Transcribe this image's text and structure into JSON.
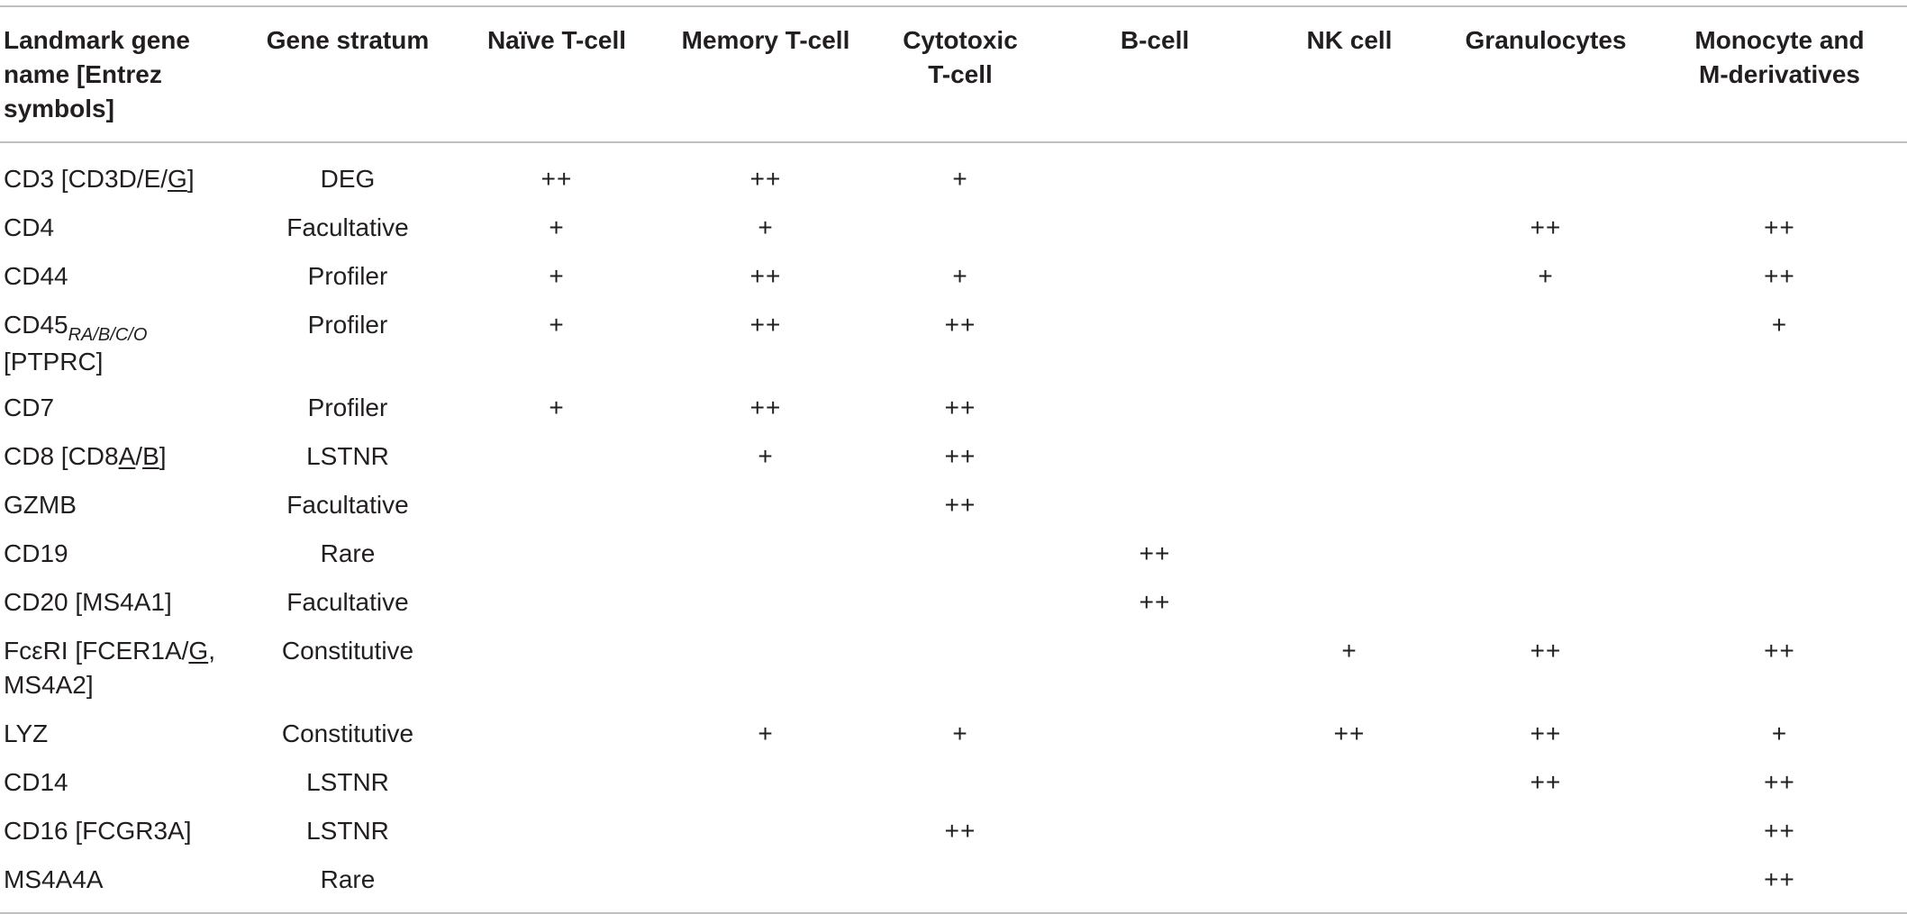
{
  "columns": [
    "Landmark gene name [Entrez symbols]",
    "Gene stratum",
    "Naïve T-cell",
    "Memory T-cell",
    "Cytotoxic T-cell",
    "B-cell",
    "NK cell",
    "Granulocytes",
    "Monocyte and M-derivatives"
  ],
  "header": {
    "c0_l1": "Landmark gene",
    "c0_l2": "name [Entrez",
    "c0_l3": "symbols]",
    "c1": "Gene stratum",
    "c2": "Naïve T-cell",
    "c3": "Memory T-cell",
    "c4_l1": "Cytotoxic",
    "c4_l2": "T-cell",
    "c5": "B-cell",
    "c6": "NK cell",
    "c7": "Granulocytes",
    "c8_l1": "Monocyte and",
    "c8_l2": "M-derivatives"
  },
  "rows": [
    {
      "gene": "CD3 [CD3D/E/G]",
      "gene_parts": {
        "a": "CD3 [CD3D/E/",
        "b": "G",
        "c": "]"
      },
      "stratum": "DEG",
      "naive_t": "++",
      "memory_t": "++",
      "cytotoxic_t": "+",
      "b_cell": "",
      "nk_cell": "",
      "granulocytes": "",
      "monocyte": ""
    },
    {
      "gene": "CD4",
      "stratum": "Facultative",
      "naive_t": "+",
      "memory_t": "+",
      "cytotoxic_t": "",
      "b_cell": "",
      "nk_cell": "",
      "granulocytes": "++",
      "monocyte": "++"
    },
    {
      "gene": "CD44",
      "stratum": "Profiler",
      "naive_t": "+",
      "memory_t": "++",
      "cytotoxic_t": "+",
      "b_cell": "",
      "nk_cell": "",
      "granulocytes": "+",
      "monocyte": "++"
    },
    {
      "gene": "CD45RA/B/C/O [PTPRC]",
      "gene_parts": {
        "a": "CD45",
        "sub": "RA/B/C/O",
        "b": "[PTPRC]"
      },
      "stratum": "Profiler",
      "naive_t": "+",
      "memory_t": "++",
      "cytotoxic_t": "++",
      "b_cell": "",
      "nk_cell": "",
      "granulocytes": "",
      "monocyte": "+"
    },
    {
      "gene": "CD7",
      "stratum": "Profiler",
      "naive_t": "+",
      "memory_t": "++",
      "cytotoxic_t": "++",
      "b_cell": "",
      "nk_cell": "",
      "granulocytes": "",
      "monocyte": ""
    },
    {
      "gene": "CD8 [CD8A/B]",
      "gene_parts": {
        "a": "CD8 [CD8",
        "b": "A",
        "c": "/",
        "d": "B",
        "e": "]"
      },
      "stratum": "LSTNR",
      "naive_t": "",
      "memory_t": "+",
      "cytotoxic_t": "++",
      "b_cell": "",
      "nk_cell": "",
      "granulocytes": "",
      "monocyte": ""
    },
    {
      "gene": "GZMB",
      "stratum": "Facultative",
      "naive_t": "",
      "memory_t": "",
      "cytotoxic_t": "++",
      "b_cell": "",
      "nk_cell": "",
      "granulocytes": "",
      "monocyte": ""
    },
    {
      "gene": "CD19",
      "stratum": "Rare",
      "naive_t": "",
      "memory_t": "",
      "cytotoxic_t": "",
      "b_cell": "++",
      "nk_cell": "",
      "granulocytes": "",
      "monocyte": ""
    },
    {
      "gene": "CD20 [MS4A1]",
      "stratum": "Facultative",
      "naive_t": "",
      "memory_t": "",
      "cytotoxic_t": "",
      "b_cell": "++",
      "nk_cell": "",
      "granulocytes": "",
      "monocyte": ""
    },
    {
      "gene": "FcεRI [FCER1A/G, MS4A2]",
      "gene_parts": {
        "a": "FcεRI [FCER1A/",
        "b": "G",
        "c": ",",
        "d": "MS4A2]"
      },
      "stratum": "Constitutive",
      "naive_t": "",
      "memory_t": "",
      "cytotoxic_t": "",
      "b_cell": "",
      "nk_cell": "+",
      "granulocytes": "++",
      "monocyte": "++"
    },
    {
      "gene": "LYZ",
      "stratum": "Constitutive",
      "naive_t": "",
      "memory_t": "+",
      "cytotoxic_t": "+",
      "b_cell": "",
      "nk_cell": "++",
      "granulocytes": "++",
      "monocyte": "+"
    },
    {
      "gene": "CD14",
      "stratum": "LSTNR",
      "naive_t": "",
      "memory_t": "",
      "cytotoxic_t": "",
      "b_cell": "",
      "nk_cell": "",
      "granulocytes": "++",
      "monocyte": "++"
    },
    {
      "gene": "CD16 [FCGR3A]",
      "stratum": "LSTNR",
      "naive_t": "",
      "memory_t": "",
      "cytotoxic_t": "++",
      "b_cell": "",
      "nk_cell": "",
      "granulocytes": "",
      "monocyte": "++"
    },
    {
      "gene": "MS4A4A",
      "stratum": "Rare",
      "naive_t": "",
      "memory_t": "",
      "cytotoxic_t": "",
      "b_cell": "",
      "nk_cell": "",
      "granulocytes": "",
      "monocyte": "++"
    }
  ]
}
